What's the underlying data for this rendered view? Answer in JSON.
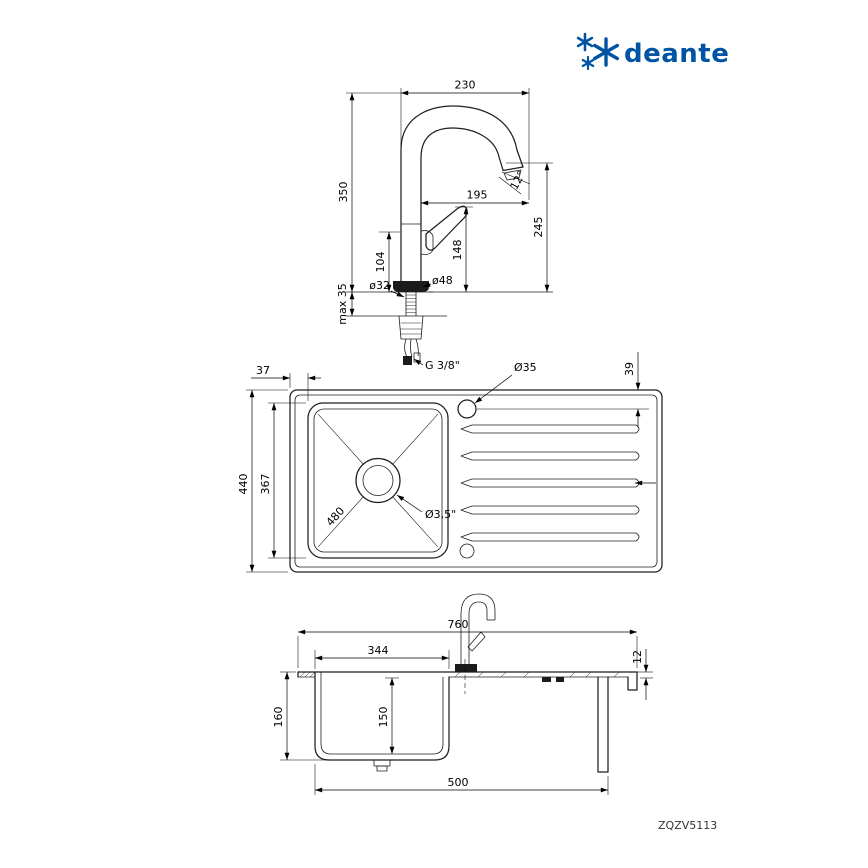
{
  "logo": {
    "brand": "deante"
  },
  "model_number": "ZQZV5113",
  "faucet_view": {
    "dim_width": "230",
    "dim_total_height": "350",
    "dim_spout_reach": "195",
    "dim_spout_height": "245",
    "dim_handle_height": "148",
    "dim_body_height": "104",
    "dim_spout_angle": "12°",
    "dim_shank_diameter": "ø32",
    "dim_base_diameter": "ø48",
    "dim_max_counter_thickness": "max 35",
    "dim_connection_thread": "G 3/8\""
  },
  "top_view": {
    "dim_rim_offset": "37",
    "dim_hole_offset": "39",
    "dim_depth": "440",
    "dim_bowl_length": "367",
    "dim_bowl_diagonal": "480",
    "dim_drain_diameter": "Ø3,5\"",
    "dim_tap_hole_diameter": "Ø35"
  },
  "section_view": {
    "dim_total_width": "760",
    "dim_bowl_width": "344",
    "dim_rim_height": "12",
    "dim_total_depth": "160",
    "dim_bowl_depth": "150",
    "dim_base_width": "500"
  }
}
